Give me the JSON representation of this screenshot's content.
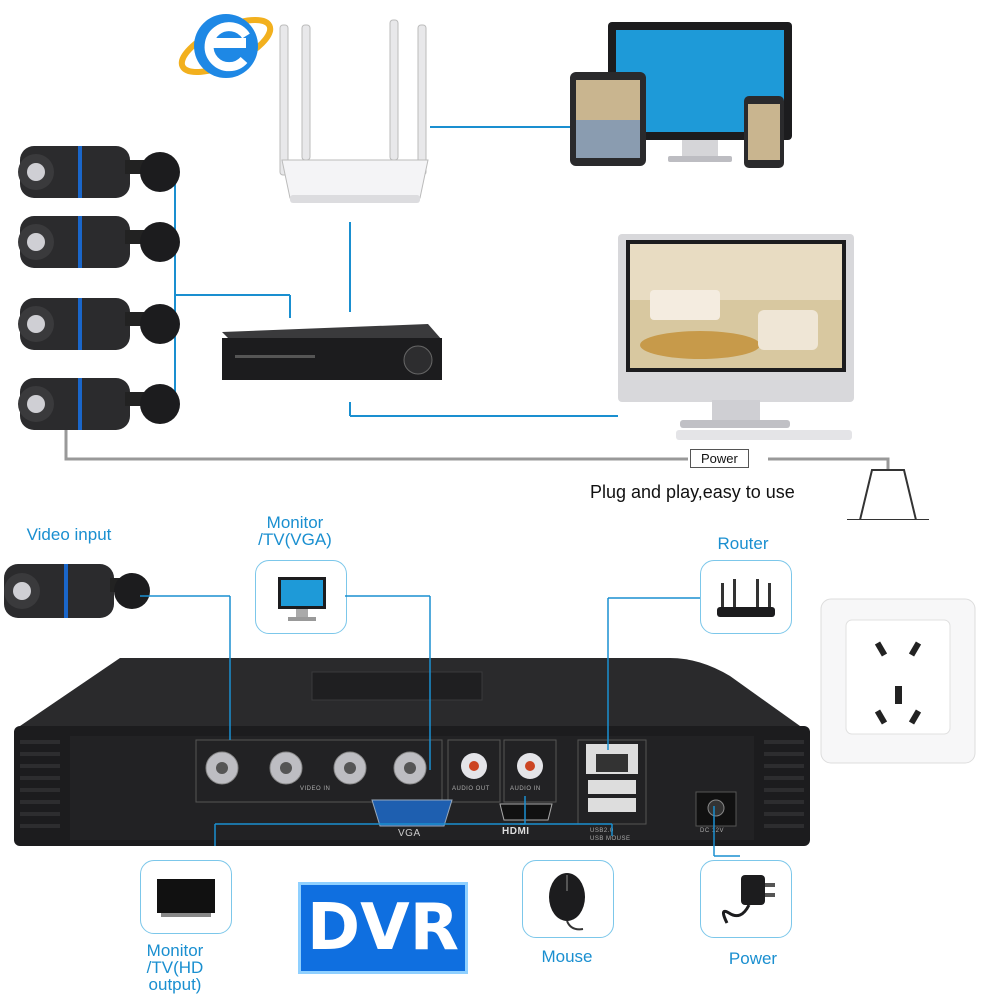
{
  "top": {
    "caption": "Plug and play,easy to use",
    "power_tag": "Power"
  },
  "bottom": {
    "video_input_label": "Video input",
    "monitor_vga_label_1": "Monitor",
    "monitor_vga_label_2": "/TV(VGA)",
    "router_label": "Router",
    "monitor_hd_label_1": "Monitor",
    "monitor_hd_label_2": "/TV(HD",
    "monitor_hd_label_3": "output)",
    "mouse_label": "Mouse",
    "power_label": "Power",
    "badge": "DVR"
  },
  "panel": {
    "video_in": "VIDEO IN",
    "audio_out": "AUDIO OUT",
    "audio_in": "AUDIO IN",
    "vga": "VGA",
    "hdmi": "HDMI",
    "usb": "USB2.0",
    "usb_mouse": "USB MOUSE",
    "dc": "DC 12V"
  },
  "colors": {
    "accent_line": "#1a8fd0",
    "callout_border": "#7cc7ea",
    "badge_bg": "#0f6fe0",
    "device_black": "#1c1c1e"
  },
  "icons": [
    "internet-explorer-icon",
    "router-icon",
    "monitor-icon",
    "tablet-icon",
    "phone-icon",
    "camera-icon",
    "dvr-icon",
    "plug-icon",
    "wall-socket-icon",
    "mouse-icon",
    "power-adapter-icon",
    "tv-icon"
  ]
}
